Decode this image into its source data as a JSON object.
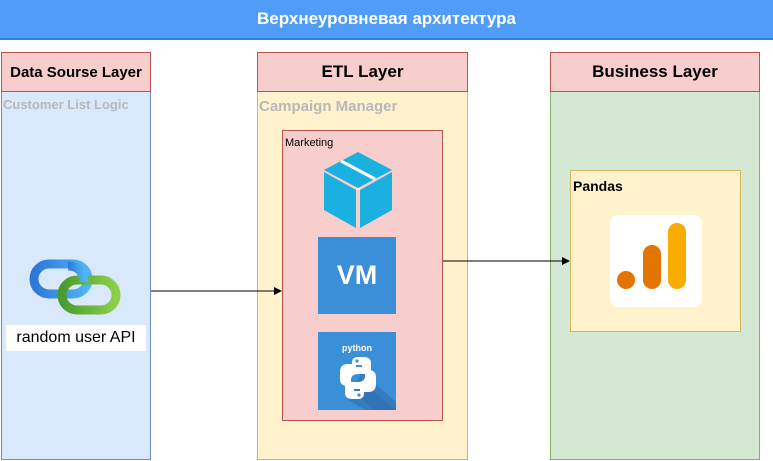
{
  "title": "Верхнеуровневая архитектура",
  "layers": {
    "source": {
      "header": "Data Sourse Layer",
      "caption": "Customer List  Logic",
      "node_label": "random user API",
      "node_icon": "link-icon"
    },
    "etl": {
      "header": "ETL Layer",
      "caption": "Campaign Manager",
      "group_label": "Marketing",
      "tiles": [
        {
          "icon": "package-box-icon",
          "label": ""
        },
        {
          "icon": "vm-icon",
          "label": "VM"
        },
        {
          "icon": "python-logo-icon",
          "label": "python"
        }
      ]
    },
    "business": {
      "header": "Business Layer",
      "group_label": "Pandas",
      "icon": "analytics-bars-icon"
    }
  },
  "colors": {
    "banner": "#4f9df6",
    "header_fill": "#f8cecc",
    "source_fill": "#dae8fc",
    "etl_fill": "#fff2cc",
    "business_fill": "#d5e8d4",
    "tile_blue": "#3b8ed8"
  }
}
